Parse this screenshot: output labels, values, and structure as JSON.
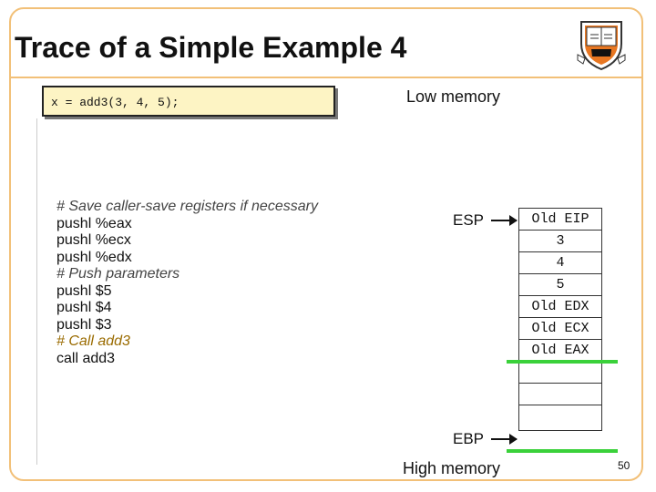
{
  "slide": {
    "title": "Trace of a Simple Example 4",
    "page_number": "50"
  },
  "code": {
    "call_statement": "x = add3(3, 4, 5);"
  },
  "asm": {
    "lines": [
      {
        "text": "# Save caller-save registers if necessary",
        "kind": "comment"
      },
      {
        "text": "pushl %eax",
        "kind": "code"
      },
      {
        "text": "pushl %ecx",
        "kind": "code"
      },
      {
        "text": "pushl %edx",
        "kind": "code"
      },
      {
        "text": "# Push parameters",
        "kind": "comment"
      },
      {
        "text": "pushl $5",
        "kind": "code"
      },
      {
        "text": "pushl $4",
        "kind": "code"
      },
      {
        "text": "pushl $3",
        "kind": "code"
      },
      {
        "text": "# Call add3",
        "kind": "highlight"
      },
      {
        "text": "call add3",
        "kind": "code"
      }
    ]
  },
  "memory": {
    "low_label": "Low memory",
    "high_label": "High memory",
    "esp_label": "ESP",
    "ebp_label": "EBP",
    "stack_cells": [
      "Old EIP",
      "3",
      "4",
      "5",
      "Old EDX",
      "Old ECX",
      "Old EAX",
      "",
      "",
      ""
    ]
  },
  "colors": {
    "frame_border": "#f2c078",
    "code_box_bg": "#fdf4c4",
    "marker_green": "#3ad13a"
  },
  "icons": {
    "logo": "princeton-shield-icon"
  }
}
